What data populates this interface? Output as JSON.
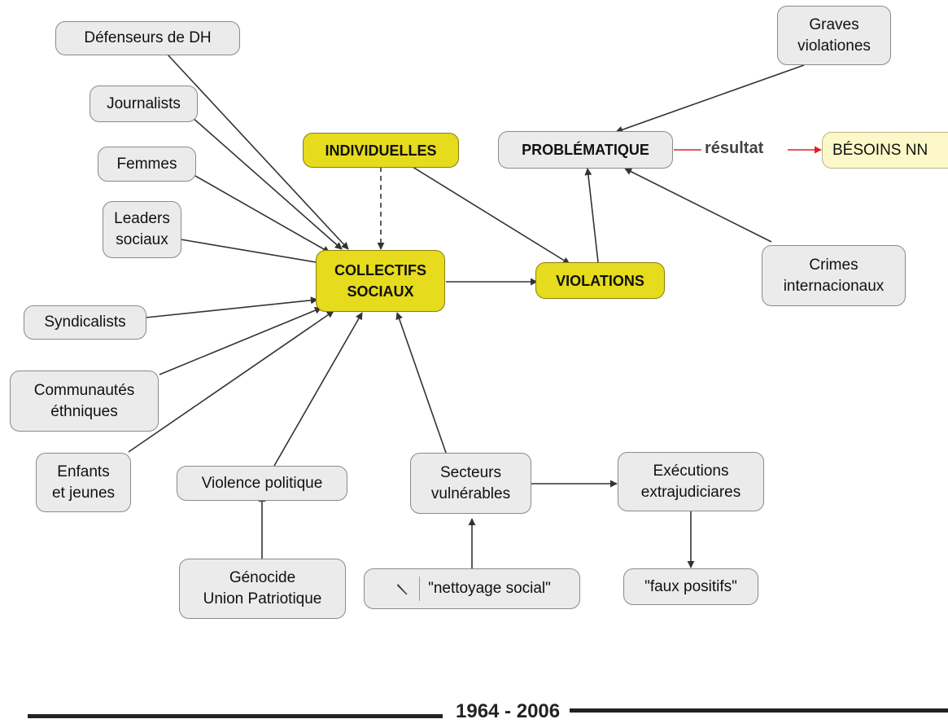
{
  "nodes": {
    "defenseurs": "Défenseurs de DH",
    "journalists": "Journalists",
    "femmes": "Femmes",
    "leaders": "Leaders\nsociaux",
    "syndicalists": "Syndicalists",
    "communautes": "Communautés\néthniques",
    "enfants": "Enfants\net jeunes",
    "individuelles": "INDIVIDUELLES",
    "collectifs": "COLLECTIFS\nSOCIAUX",
    "violations": "VIOLATIONS",
    "problematique": "PROBLÉMATIQUE",
    "besoins": "BÉSOINS NN",
    "graves": "Graves\nviolationes",
    "crimes": "Crimes\ninternacionaux",
    "violence_politique": "Violence politique",
    "genocide": "Génocide\nUnion Patriotique",
    "secteurs": "Secteurs\nvulnérables",
    "nettoyage": "\"nettoyage social\"",
    "executions": "Exécutions\nextrajudiciares",
    "faux_positifs": "\"faux positifs\""
  },
  "link_labels": {
    "resultat": "résultat"
  },
  "timeline": {
    "label": "1964 - 2006"
  },
  "colors": {
    "key_concept": "#e6db1c",
    "node": "#ebebeb",
    "result_node": "#fdf8c7",
    "red_link": "#e02020"
  },
  "icons": {
    "nettoyage": "pencil-icon"
  }
}
